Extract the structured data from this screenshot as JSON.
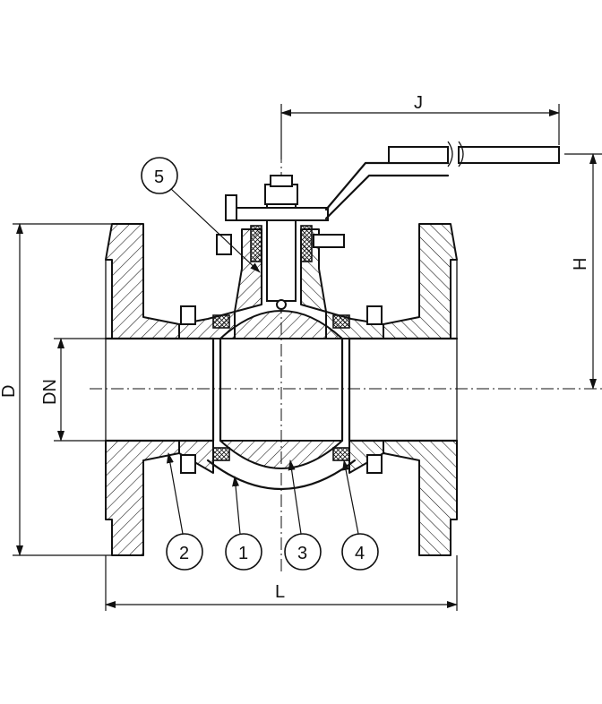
{
  "dimensions": {
    "J": "J",
    "H": "H",
    "D": "D",
    "DN": "DN",
    "L": "L"
  },
  "callouts": [
    "5",
    "2",
    "1",
    "3",
    "4"
  ]
}
